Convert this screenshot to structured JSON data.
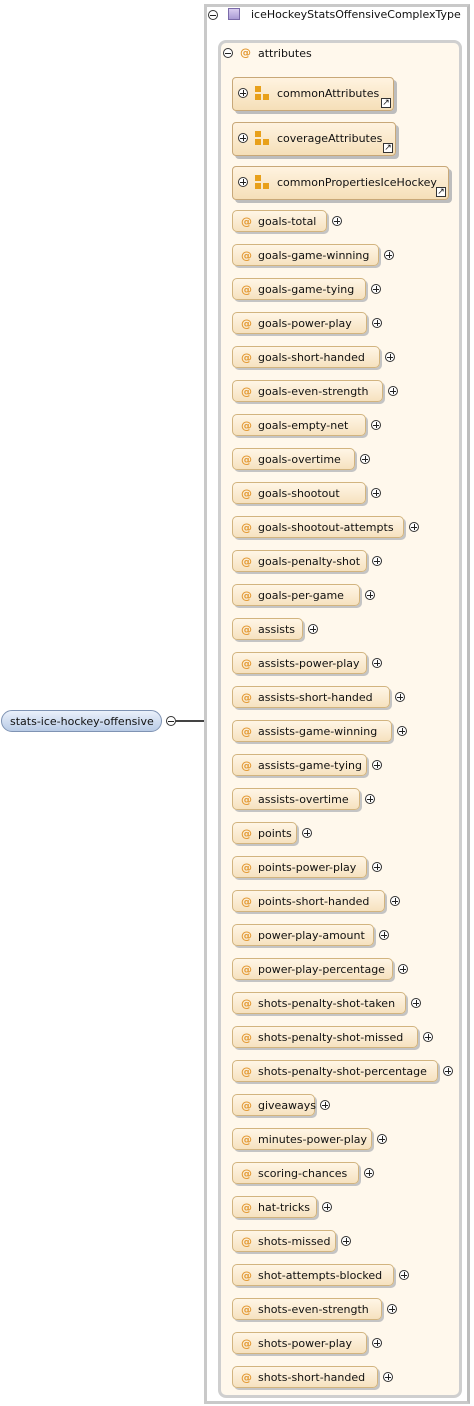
{
  "root": {
    "label": "stats-ice-hockey-offensive"
  },
  "complex_type": {
    "title": "iceHockeyStatsOffensiveComplexType"
  },
  "attributes": {
    "label": "attributes"
  },
  "groups": [
    {
      "label": "commonAttributes"
    },
    {
      "label": "coverageAttributes"
    },
    {
      "label": "commonPropertiesIceHockey"
    }
  ],
  "attribute_items": [
    "goals-total",
    "goals-game-winning",
    "goals-game-tying",
    "goals-power-play",
    "goals-short-handed",
    "goals-even-strength",
    "goals-empty-net",
    "goals-overtime",
    "goals-shootout",
    "goals-shootout-attempts",
    "goals-penalty-shot",
    "goals-per-game",
    "assists",
    "assists-power-play",
    "assists-short-handed",
    "assists-game-winning",
    "assists-game-tying",
    "assists-overtime",
    "points",
    "points-power-play",
    "points-short-handed",
    "power-play-amount",
    "power-play-percentage",
    "shots-penalty-shot-taken",
    "shots-penalty-shot-missed",
    "shots-penalty-shot-percentage",
    "giveaways",
    "minutes-power-play",
    "scoring-chances",
    "hat-tricks",
    "shots-missed",
    "shot-attempts-blocked",
    "shots-even-strength",
    "shots-power-play",
    "shots-short-handed"
  ],
  "colors": {
    "attribute_fill": "#f6e2bf",
    "group_icon": "#e8a01a",
    "root_fill": "#b9cbe6"
  }
}
